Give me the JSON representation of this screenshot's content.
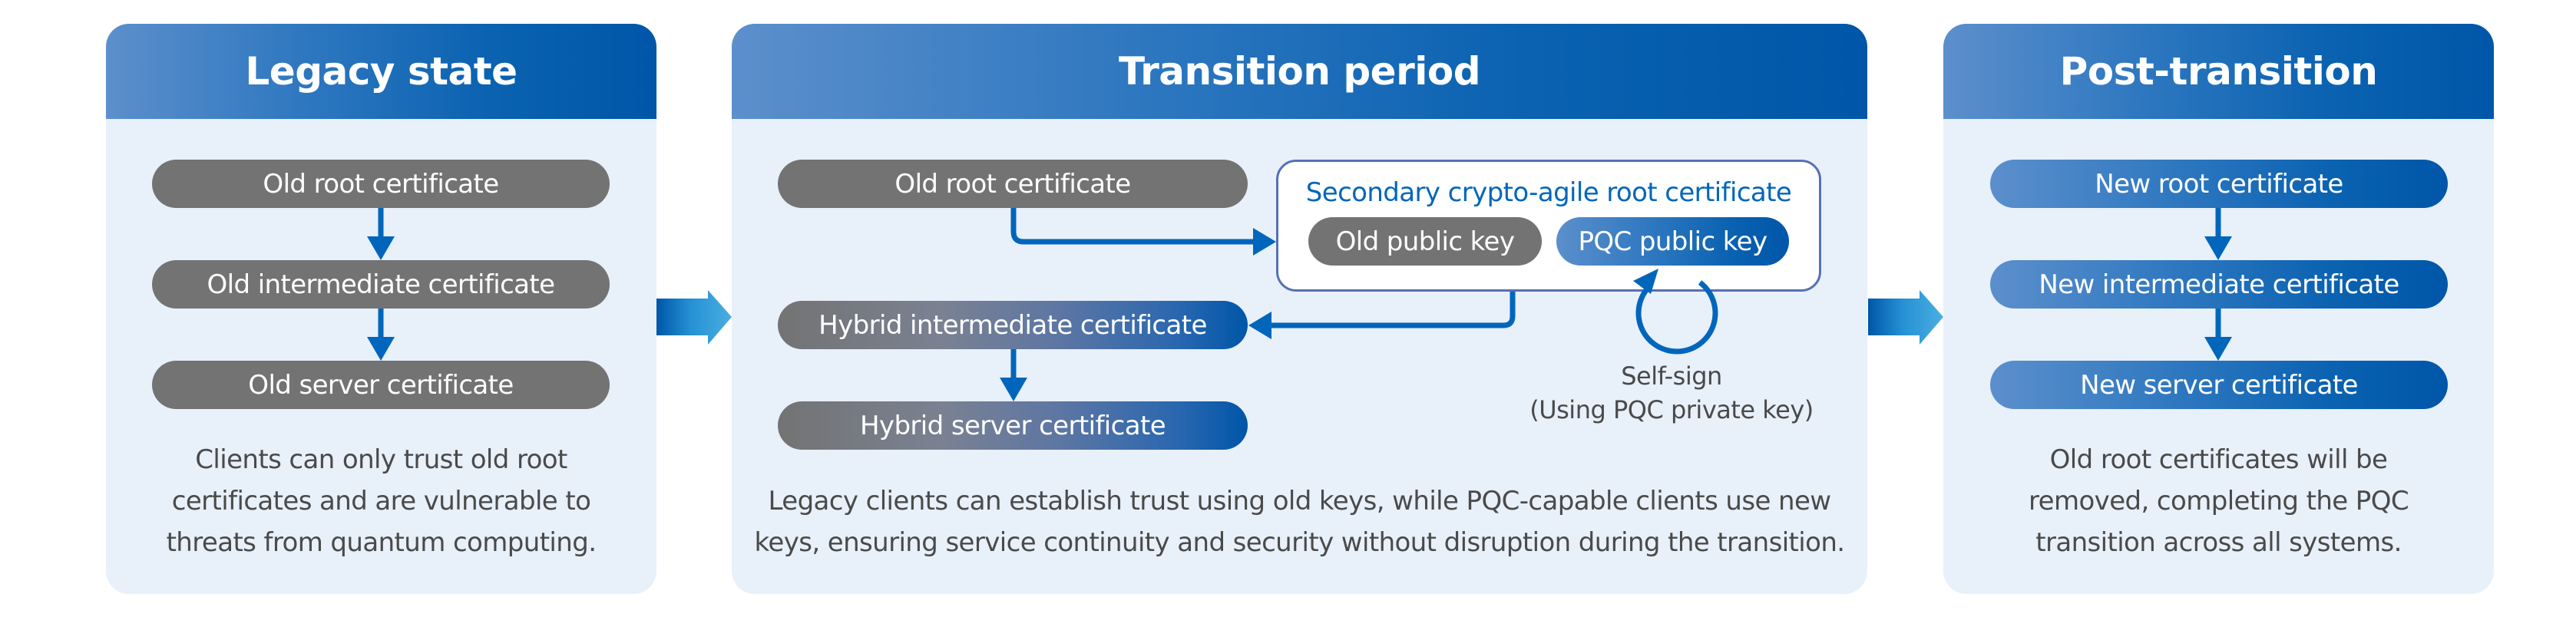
{
  "colors": {
    "header_start": "#5c8fcc",
    "header_end": "#0056a8",
    "panel_bg": "#e8f0fa",
    "legacy_pill": "#737373",
    "arrow": "#0066bb",
    "secondary_border": "#5570b8",
    "body_text": "#4a4a4a"
  },
  "panels": [
    {
      "title": "Legacy state",
      "certificates": [
        {
          "label": "Old root certificate",
          "style": "gray"
        },
        {
          "label": "Old intermediate certificate",
          "style": "gray"
        },
        {
          "label": "Old server certificate",
          "style": "gray"
        }
      ],
      "description_lines": [
        "Clients can only trust old root",
        "certificates and are vulnerable to",
        "threats from quantum computing."
      ]
    },
    {
      "title": "Transition period",
      "certificates": [
        {
          "label": "Old root certificate",
          "style": "gray"
        },
        {
          "label": "Hybrid intermediate certificate",
          "style": "hybrid"
        },
        {
          "label": "Hybrid server certificate",
          "style": "hybrid"
        }
      ],
      "secondary_root": {
        "title": "Secondary crypto-agile root certificate",
        "keys": [
          {
            "label": "Old public key",
            "style": "gray"
          },
          {
            "label": "PQC public key",
            "style": "blue"
          }
        ]
      },
      "self_sign": {
        "line1": "Self-sign",
        "line2": "(Using PQC private key)"
      },
      "description_lines": [
        "Legacy clients can establish trust using old keys, while PQC-capable clients use new",
        "keys, ensuring service continuity and security without disruption during the transition."
      ]
    },
    {
      "title": "Post-transition",
      "certificates": [
        {
          "label": "New root certificate",
          "style": "blue"
        },
        {
          "label": "New intermediate certificate",
          "style": "blue"
        },
        {
          "label": "New server certificate",
          "style": "blue"
        }
      ],
      "description_lines": [
        "Old root certificates will be",
        "removed, completing the PQC",
        "transition across all systems."
      ]
    }
  ],
  "icons": {
    "stage_arrow": "right-block-arrow",
    "chain_arrow": "down-arrow",
    "self_sign_loop": "circular-arrow"
  }
}
